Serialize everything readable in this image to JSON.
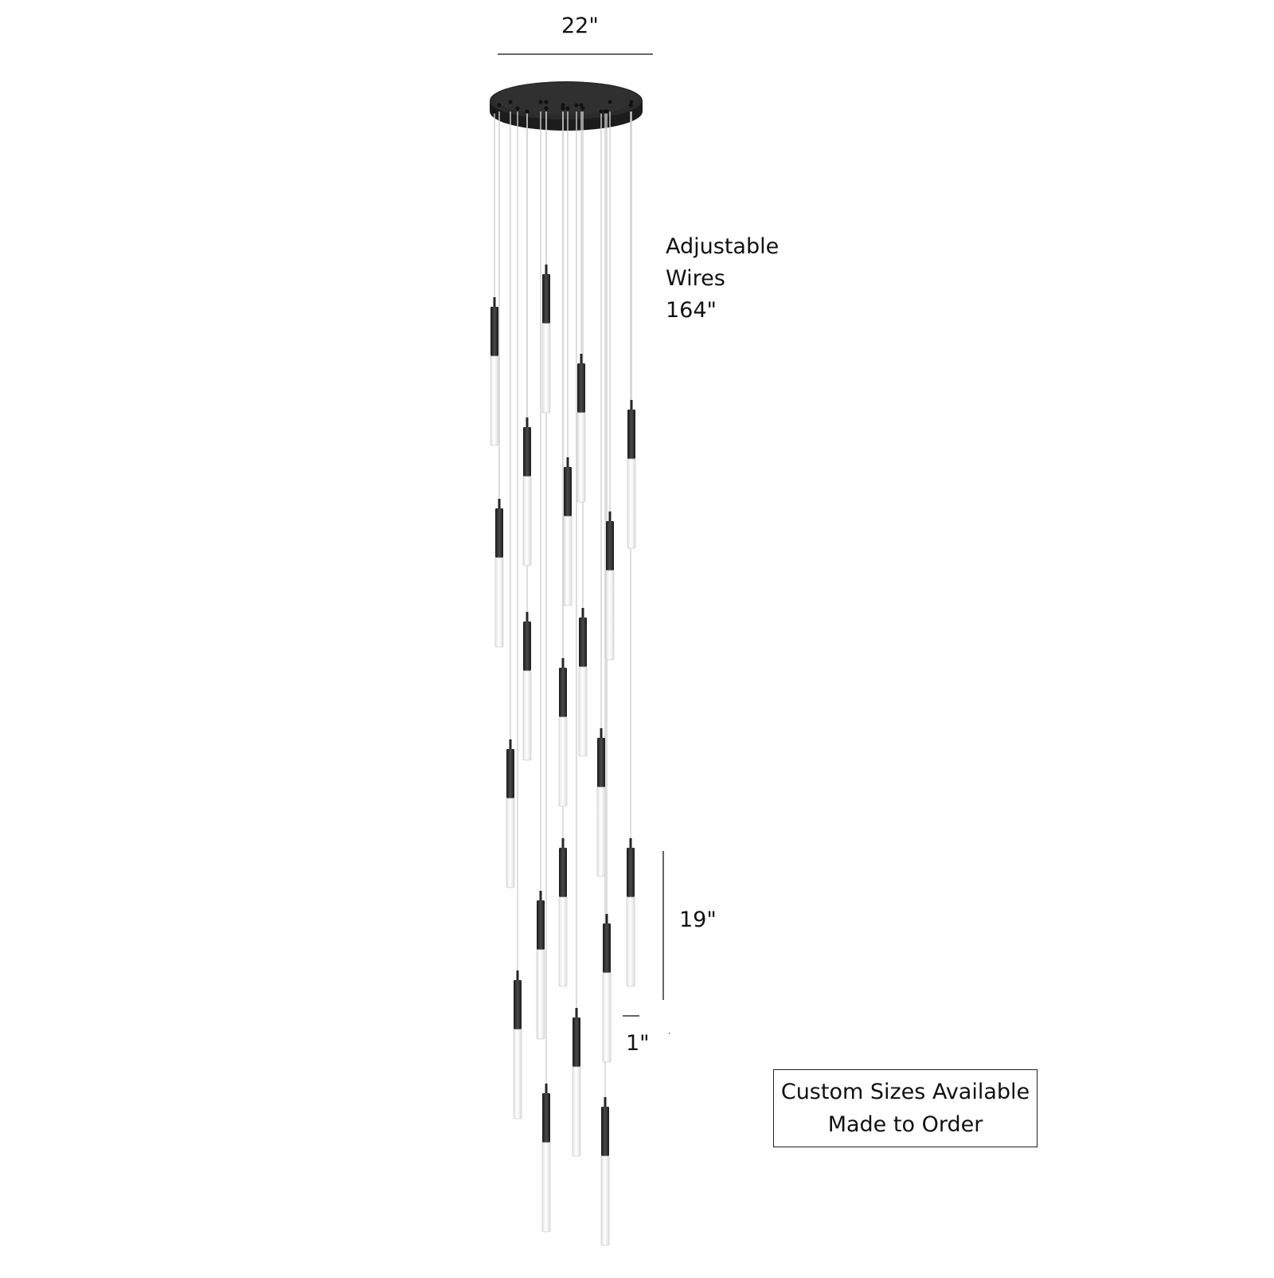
{
  "dimensions": {
    "canopy_width": "22\"",
    "wires": {
      "line1": "Adjustable",
      "line2": "Wires",
      "line3": "164\""
    },
    "pendant_length": "19\"",
    "gap": "1\""
  },
  "note": {
    "line1": "Custom Sizes Available",
    "line2": "Made to Order"
  },
  "colors": {
    "canopy": "#2b2b2b",
    "metal": "#262626",
    "glass": "#f4f4f4",
    "wire": "#cfcfcf",
    "dimension_line": "#333333"
  }
}
